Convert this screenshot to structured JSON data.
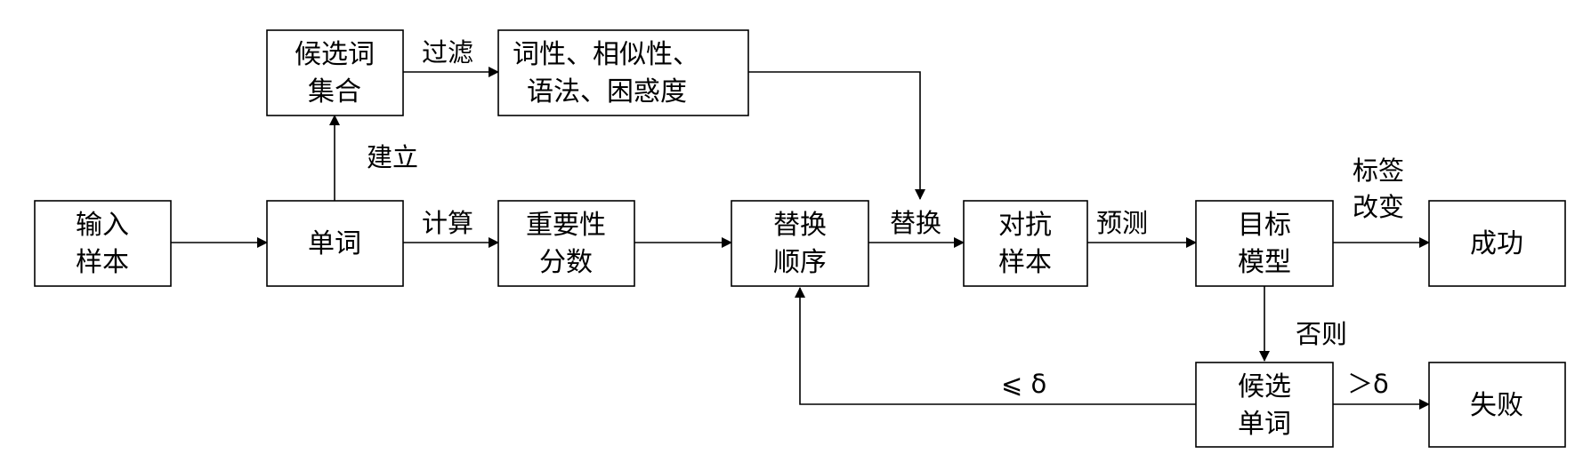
{
  "nodes": {
    "input_sample": [
      "输入",
      "样本"
    ],
    "word": [
      "单词"
    ],
    "candidate_set": [
      "候选词",
      "集合"
    ],
    "filter_criteria": [
      "词性、相似性、",
      "语法、困惑度"
    ],
    "importance_score": [
      "重要性",
      "分数"
    ],
    "replace_order": [
      "替换",
      "顺序"
    ],
    "adversarial_sample": [
      "对抗",
      "样本"
    ],
    "target_model": [
      "目标",
      "模型"
    ],
    "success": [
      "成功"
    ],
    "candidate_word": [
      "候选",
      "单词"
    ],
    "failure": [
      "失败"
    ]
  },
  "edges": {
    "build": "建立",
    "filter": "过滤",
    "compute": "计算",
    "replace": "替换",
    "predict": "预测",
    "label_change": [
      "标签",
      "改变"
    ],
    "otherwise": "否则",
    "le_delta": "⩽ δ",
    "gt_delta": "＞δ"
  }
}
